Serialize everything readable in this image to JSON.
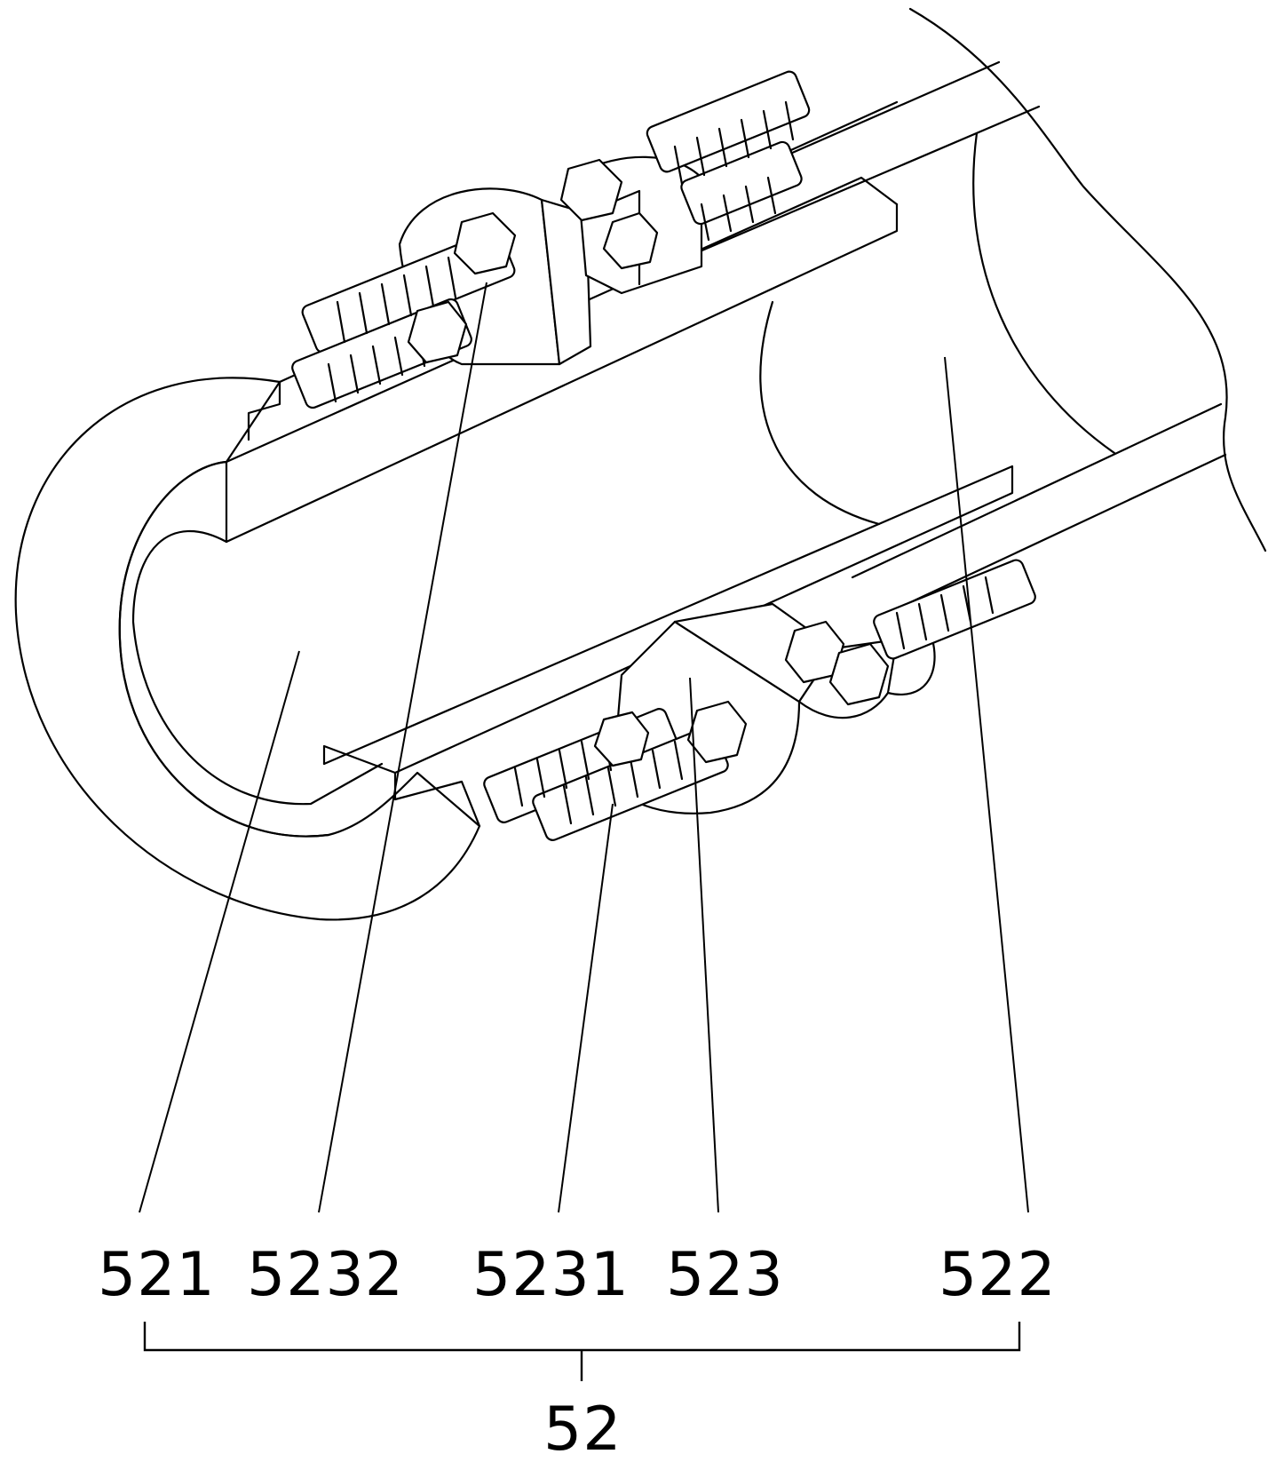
{
  "figure": {
    "labels": {
      "part_521": "521",
      "part_5232": "5232",
      "part_5231": "5231",
      "part_523": "523",
      "part_522": "522",
      "assembly_52": "52"
    }
  }
}
